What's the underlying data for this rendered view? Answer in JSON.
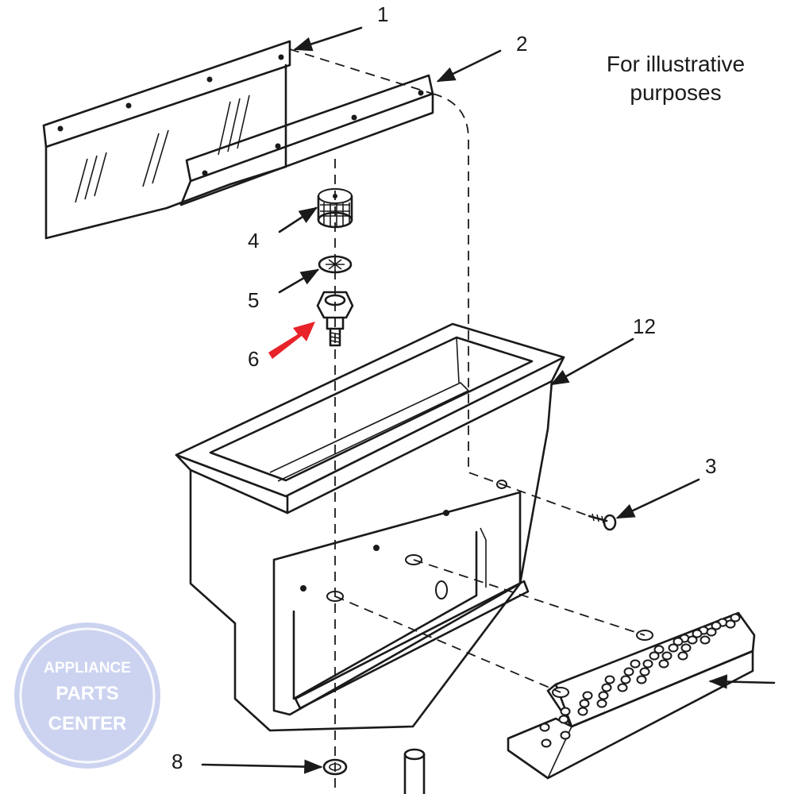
{
  "note": {
    "line1": "For illustrative",
    "line2": "purposes"
  },
  "callouts": {
    "c1": "1",
    "c2": "2",
    "c3": "3",
    "c4": "4",
    "c5": "5",
    "c6": "6",
    "c8": "8",
    "c12": "12"
  },
  "highlight_color": "#e8232a",
  "watermark": {
    "line1": "APPLIANCE",
    "line2": "PARTS",
    "line3": "CENTER",
    "color": "#aab5e6"
  }
}
